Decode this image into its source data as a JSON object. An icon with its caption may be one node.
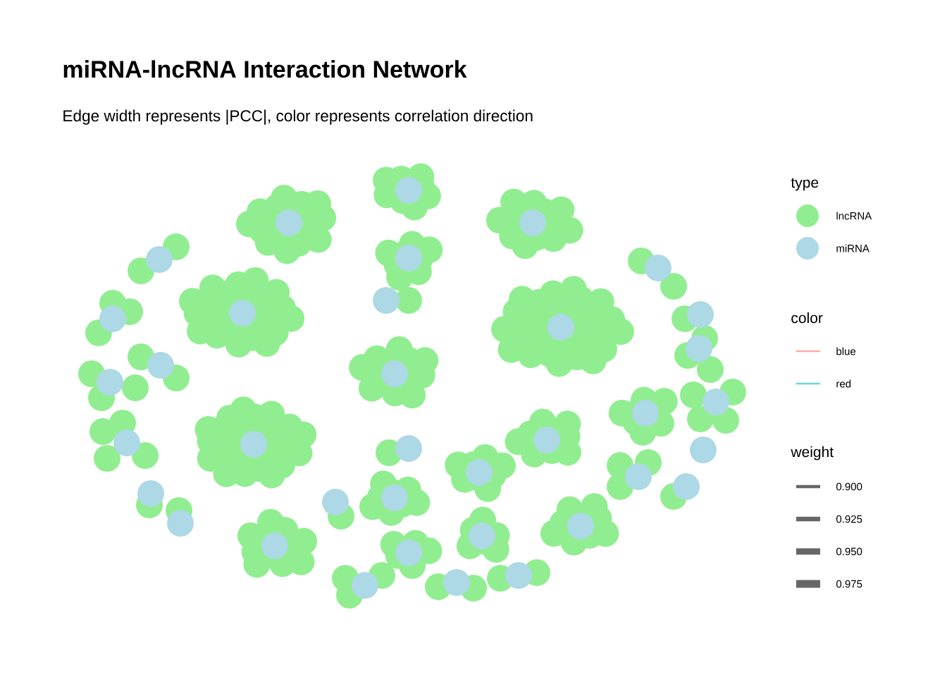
{
  "diagram": {
    "title": "miRNA-lncRNA Interaction Network",
    "labels": [
      "Edge width represents |PCC|, color represents correlation direction",
      "type",
      "color",
      "weight"
    ],
    "legend": [
      {
        "text": "lncRNA",
        "color": "#90ee90"
      },
      {
        "text": "miRNA",
        "color": "#add8e6"
      },
      {
        "text": "blue"
      },
      {
        "text": "red"
      },
      {
        "text": "0.900"
      },
      {
        "text": "0.925"
      },
      {
        "text": "0.950"
      },
      {
        "text": "0.975"
      }
    ]
  }
}
